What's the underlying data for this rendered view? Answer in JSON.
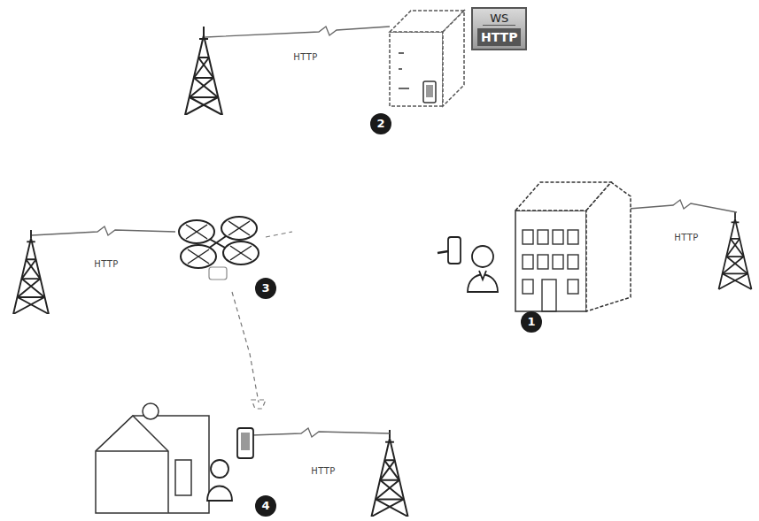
{
  "diagram": {
    "nodes": [
      {
        "text": [
          "WS",
          "HTTP"
        ]
      }
    ],
    "labels": [
      "HTTP",
      "2",
      "HTTP",
      "3",
      "1",
      "HTTP",
      "HTTP",
      "4"
    ]
  }
}
